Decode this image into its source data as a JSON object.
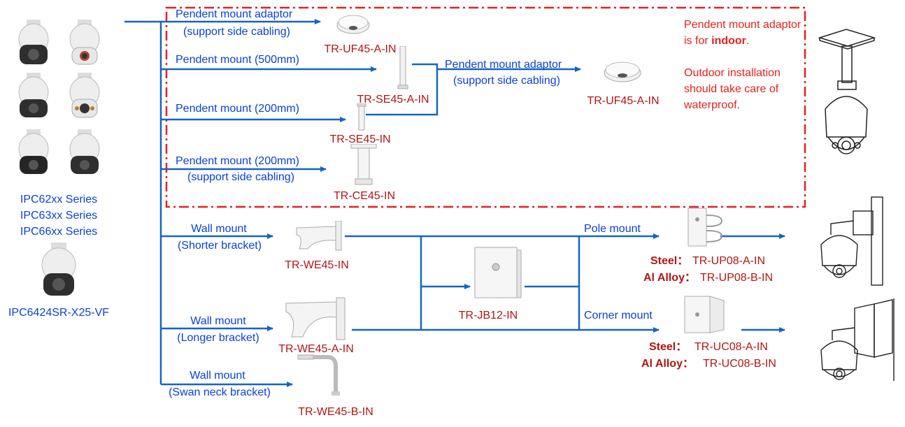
{
  "series": {
    "line1": "IPC62xx Series",
    "line2": "IPC63xx Series",
    "line3": "IPC66xx Series",
    "single_model": "IPC6424SR-X25-VF"
  },
  "branches": {
    "pendent_adaptor": {
      "label1": "Pendent  mount adaptor",
      "label2": "(support side cabling)",
      "model": "TR-UF45-A-IN"
    },
    "pendent_500": {
      "label1": "Pendent  mount (500mm)",
      "model": "TR-SE45-A-IN"
    },
    "pendent_200": {
      "label1": "Pendent  mount (200mm)",
      "model": "TR-SE45-IN"
    },
    "pendent_200_side": {
      "label1": "Pendent  mount (200mm)",
      "label2": "(support side cabling)",
      "model": "TR-CE45-IN"
    },
    "sub_adaptor": {
      "label1": "Pendent  mount adaptor",
      "label2": "(support side cabling)",
      "model": "TR-UF45-A-IN"
    },
    "wall_short": {
      "label1": "Wall mount",
      "label2": "(Shorter bracket)",
      "model": "TR-WE45-IN"
    },
    "wall_long": {
      "label1": "Wall mount",
      "label2": "(Longer bracket)",
      "model": "TR-WE45-A-IN"
    },
    "wall_swan": {
      "label1": "Wall mount",
      "label2": "(Swan neck bracket)",
      "model": "TR-WE45-B-IN"
    },
    "junction_box": {
      "model": "TR-JB12-IN"
    },
    "pole_mount": {
      "label": "Pole mount",
      "steel_label": "Steel：",
      "steel_model": "TR-UP08-A-IN",
      "al_label": "Al Alloy：",
      "al_model": "TR-UP08-B-IN"
    },
    "corner_mount": {
      "label": "Corner mount",
      "steel_label": "Steel：",
      "steel_model": "TR-UC08-A-IN",
      "al_label": "Al Alloy：",
      "al_model": "TR-UC08-B-IN"
    }
  },
  "note": {
    "part1": "Pendent  mount adaptor is for ",
    "emph": "indoor",
    "part2": ".",
    "part3": "Outdoor installation should take care of waterproof."
  },
  "colors": {
    "label_blue": "#0a41d8",
    "model_red": "#b31515",
    "line_blue": "#1565c0",
    "dash_red": "#e82020"
  }
}
